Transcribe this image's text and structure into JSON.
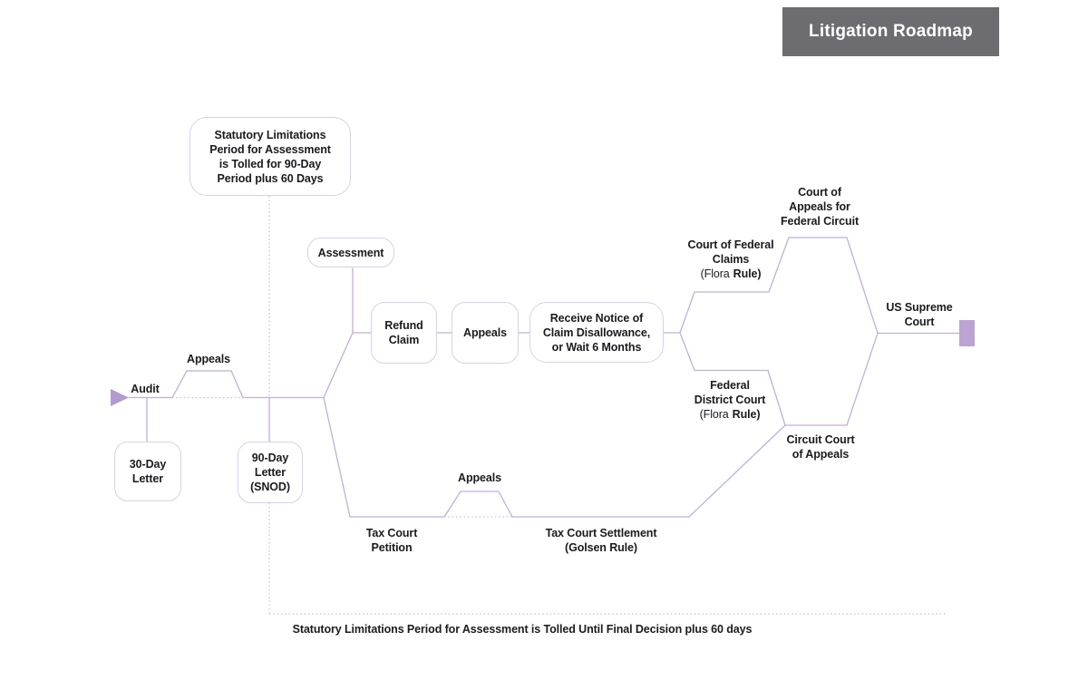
{
  "title": "Litigation Roadmap",
  "colors": {
    "line": "#c1afd9",
    "dotted_line": "#ccbce2",
    "accent": "#b49bce",
    "terminal_fill": "#bca3d4",
    "title_bg": "#6d6d71",
    "title_text": "#ffffff",
    "box_border": "#d9d0ea",
    "text": "#1b1b1f"
  },
  "nodes": {
    "statutory_top": {
      "lines": [
        "Statutory Limitations",
        "Period for Assessment",
        "is Tolled for 90-Day",
        "Period plus 60 Days"
      ]
    },
    "assessment": {
      "lines": [
        "Assessment"
      ]
    },
    "refund_claim": {
      "lines": [
        "Refund",
        "Claim"
      ]
    },
    "appeals": {
      "lines": [
        "Appeals"
      ]
    },
    "receive_notice": {
      "lines": [
        "Receive Notice of",
        "Claim Disallowance,",
        "or Wait 6 Months"
      ]
    },
    "thirty_day_letter": {
      "lines": [
        "30-Day",
        "Letter"
      ]
    },
    "ninety_day_letter": {
      "lines": [
        "90-Day",
        "Letter",
        "(SNOD)"
      ]
    }
  },
  "labels": {
    "audit": "Audit",
    "appeals_top": "Appeals",
    "appeals_bottom": "Appeals",
    "court_of_federal_claims": {
      "lines": [
        "Court of Federal",
        "Claims"
      ],
      "case_open": "(Flora",
      "case_rule": "Rule)"
    },
    "court_of_appeals_federal_circuit": {
      "lines": [
        "Court of",
        "Appeals for",
        "Federal Circuit"
      ]
    },
    "federal_district_court": {
      "lines": [
        "Federal",
        "District Court"
      ],
      "case_open": "(Flora",
      "case_rule": "Rule)"
    },
    "circuit_court_of_appeals": {
      "lines": [
        "Circuit Court",
        "of Appeals"
      ]
    },
    "us_supreme_court": {
      "lines": [
        "US Supreme",
        "Court"
      ]
    },
    "tax_court_petition": {
      "lines": [
        "Tax Court",
        "Petition"
      ]
    },
    "tax_court_settlement": {
      "lines": [
        "Tax Court Settlement",
        "(Golsen Rule)"
      ]
    },
    "bottom_note": "Statutory Limitations Period for Assessment is Tolled Until Final Decision plus 60 days"
  }
}
